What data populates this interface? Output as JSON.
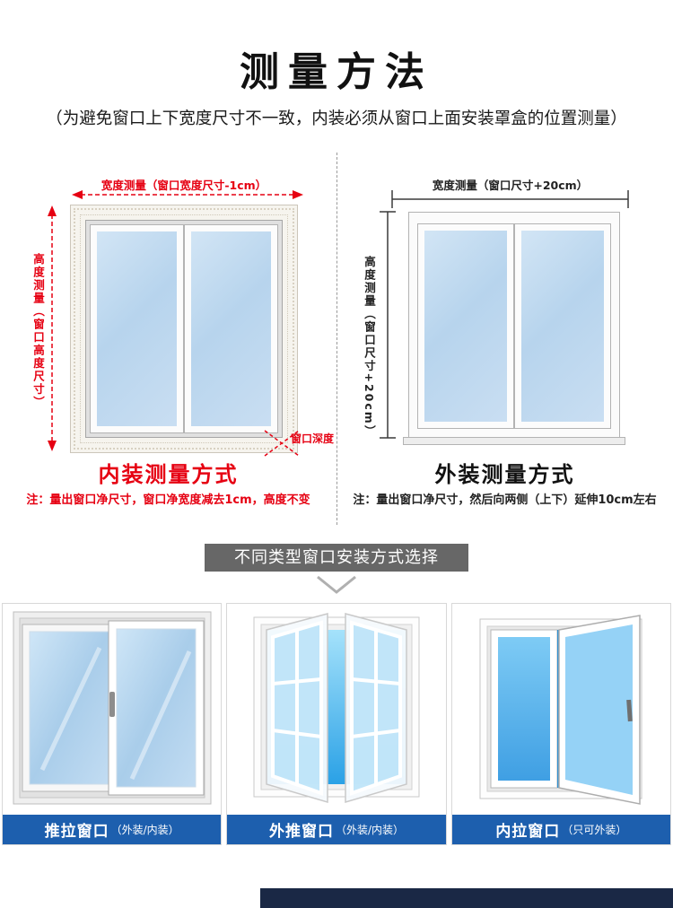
{
  "title": "测量方法",
  "subtitle": "（为避免窗口上下宽度尺寸不一致，内装必须从窗口上面安装罩盒的位置测量）",
  "inner_method": {
    "width_label": "宽度测量（窗口宽度尺寸-1cm）",
    "height_label": "高度测量（窗口高度尺寸）",
    "depth_label": "窗口深度",
    "method_title": "内装测量方式",
    "note": "注：量出窗口净尺寸，窗口净宽度减去1cm，高度不变"
  },
  "outer_method": {
    "width_label": "宽度测量（窗口尺寸+20cm）",
    "height_label": "高度测量（窗口尺寸+20cm）",
    "method_title": "外装测量方式",
    "note": "注：量出窗口净尺寸，然后向两侧（上下）延伸10cm左右"
  },
  "selector_banner": "不同类型窗口安装方式选择",
  "window_types": [
    {
      "name": "推拉窗口",
      "sub": "（外装/内装）"
    },
    {
      "name": "外推窗口",
      "sub": "（外装/内装）"
    },
    {
      "name": "内拉窗口",
      "sub": "（只可外装）"
    }
  ],
  "colors": {
    "accent_red": "#e60012",
    "label_blue": "#1d5fae",
    "banner_gray": "#676767",
    "bottom_bar_navy": "#1a2845",
    "glass_blue": "#b7d4ed"
  }
}
